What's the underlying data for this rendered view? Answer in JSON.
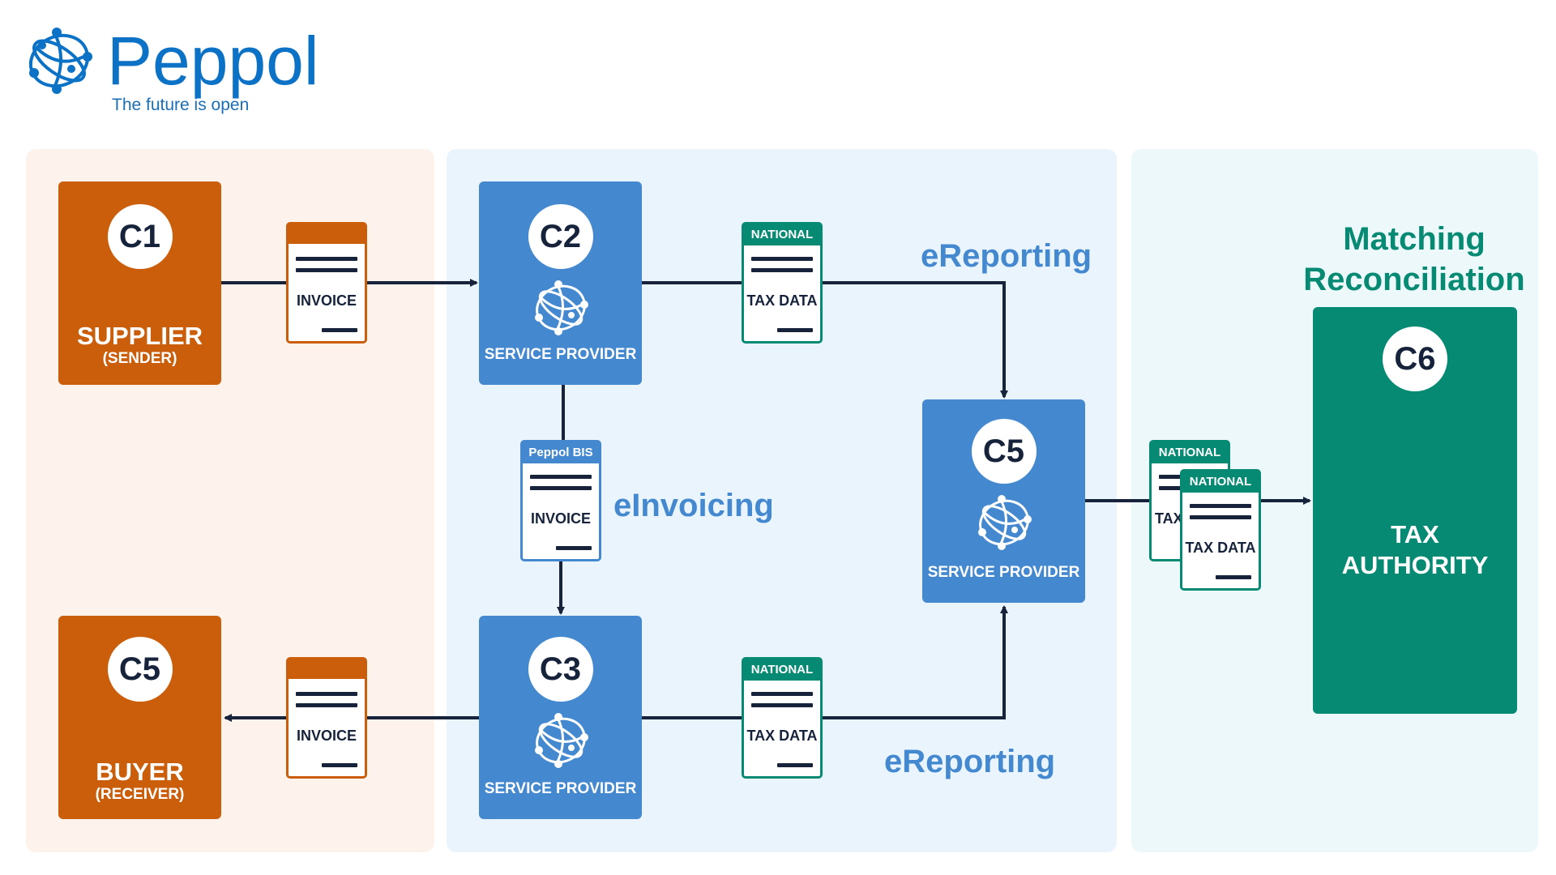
{
  "brand": {
    "name": "Peppol",
    "tagline": "The future is open"
  },
  "actors": {
    "c1": {
      "code": "C1",
      "title": "SUPPLIER",
      "subtitle": "(SENDER)"
    },
    "c2": {
      "code": "C2",
      "title": "SERVICE PROVIDER"
    },
    "c3": {
      "code": "C3",
      "title": "SERVICE PROVIDER"
    },
    "c4": {
      "code": "C5",
      "title": "BUYER",
      "subtitle": "(RECEIVER)"
    },
    "c5": {
      "code": "C5",
      "title": "SERVICE PROVIDER"
    },
    "c6": {
      "code": "C6",
      "title_line1": "TAX",
      "title_line2": "AUTHORITY"
    }
  },
  "documents": {
    "invoice_top": {
      "label": "INVOICE"
    },
    "invoice_bottom": {
      "label": "INVOICE"
    },
    "taxdata_top": {
      "header": "NATIONAL",
      "label": "TAX DATA"
    },
    "taxdata_bottom": {
      "header": "NATIONAL",
      "label": "TAX DATA"
    },
    "peppol_bis": {
      "header": "Peppol BIS",
      "label": "INVOICE"
    },
    "taxdata_back": {
      "header": "NATIONAL",
      "label": "TAX DATA"
    },
    "taxdata_front": {
      "header": "NATIONAL",
      "label": "TAX DATA"
    }
  },
  "flows": {
    "ereporting_top": "eReporting",
    "ereporting_bottom": "eReporting",
    "einvoicing": "eInvoicing"
  },
  "authority_header": {
    "line1": "Matching",
    "line2": "Reconciliation"
  },
  "colors": {
    "orange": "#ca5e0b",
    "blue": "#4489d0",
    "green": "#078a74",
    "navy": "#16233b",
    "brand": "#0b72c6"
  }
}
